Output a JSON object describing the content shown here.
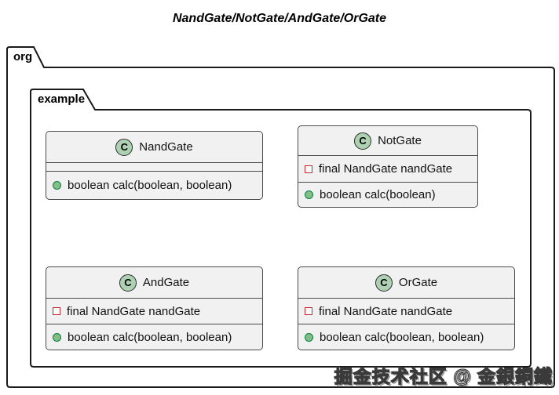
{
  "title": "NandGate/NotGate/AndGate/OrGate",
  "packages": {
    "outer": {
      "label": "org"
    },
    "inner": {
      "label": "example"
    }
  },
  "classes": [
    {
      "stereotype": "C",
      "name": "NandGate",
      "fields": [],
      "methods": [
        {
          "visibility": "public",
          "text": "boolean calc(boolean, boolean)"
        }
      ]
    },
    {
      "stereotype": "C",
      "name": "NotGate",
      "fields": [
        {
          "visibility": "private",
          "text": "final NandGate nandGate"
        }
      ],
      "methods": [
        {
          "visibility": "public",
          "text": "boolean calc(boolean)"
        }
      ]
    },
    {
      "stereotype": "C",
      "name": "AndGate",
      "fields": [
        {
          "visibility": "private",
          "text": "final NandGate nandGate"
        }
      ],
      "methods": [
        {
          "visibility": "public",
          "text": "boolean calc(boolean, boolean)"
        }
      ]
    },
    {
      "stereotype": "C",
      "name": "OrGate",
      "fields": [
        {
          "visibility": "private",
          "text": "final NandGate nandGate"
        }
      ],
      "methods": [
        {
          "visibility": "public",
          "text": "boolean calc(boolean, boolean)"
        }
      ]
    }
  ],
  "watermark": "掘金技术社区 @ 金銀銅鐵",
  "colors": {
    "class_fill": "#F1F1F1",
    "class_border": "#4A4A4A",
    "package_border": "#1A1A1A",
    "class_circle_fill": "#ADD1B2",
    "method_icon_fill": "#84BE84",
    "method_icon_border": "#038048",
    "field_icon_border": "#C82930",
    "watermark_text": "#FFFFFF"
  }
}
